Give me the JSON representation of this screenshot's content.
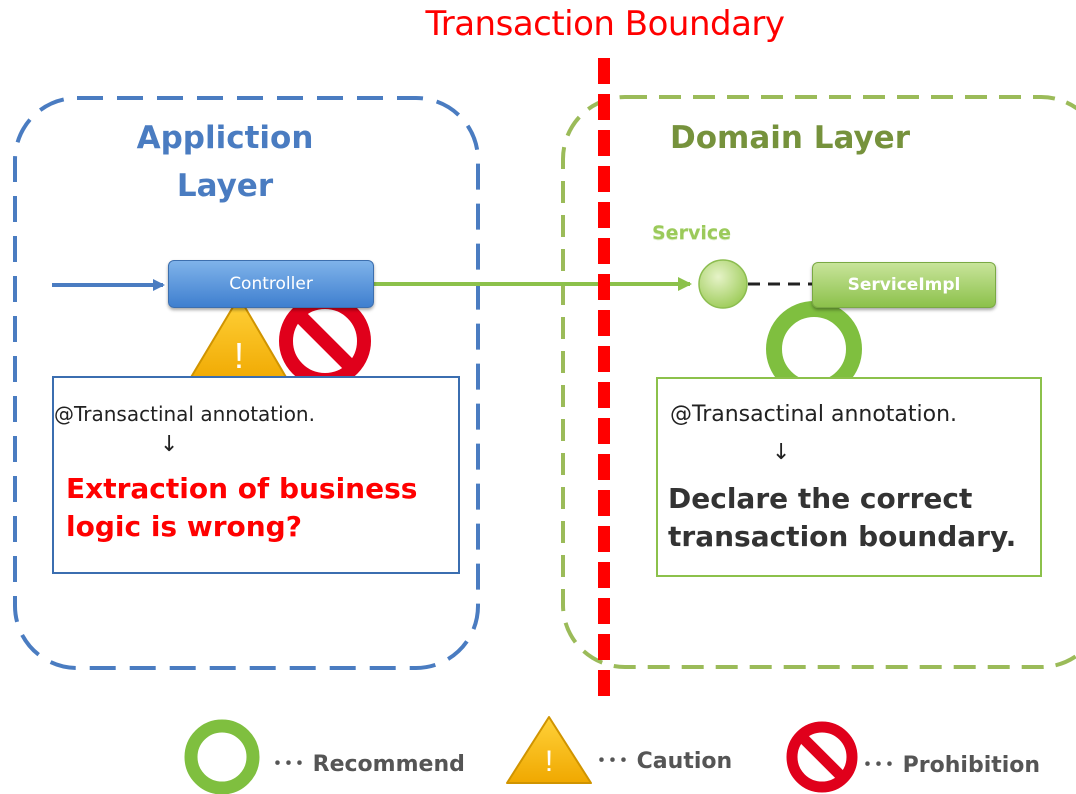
{
  "diagram": {
    "boundary_title": "Transaction Boundary",
    "application_layer": {
      "title": "Appliction\nLayer",
      "component_label": "Controller",
      "note_line1": "@Transactinal annotation.",
      "note_arrow": "↓",
      "note_main": "Extraction of business logic is wrong?"
    },
    "domain_layer": {
      "title": "Domain Layer",
      "interface_label": "Service",
      "component_label": "ServiceImpl",
      "note_line1": "@Transactinal annotation.",
      "note_arrow": "↓",
      "note_main": "Declare the correct transaction boundary."
    },
    "legend": {
      "recommend_label": "･･･ Recommend",
      "caution_label": "･･･ Caution",
      "prohibition_label": "･･･ Prohibition"
    },
    "colors": {
      "boundary_red": "#ff0000",
      "application_blue": "#4a7cc1",
      "domain_green": "#9bbb59",
      "recommend_green": "#7fbf3f",
      "caution_yellow": "#f5b800",
      "prohibition_red": "#e0001b"
    }
  }
}
